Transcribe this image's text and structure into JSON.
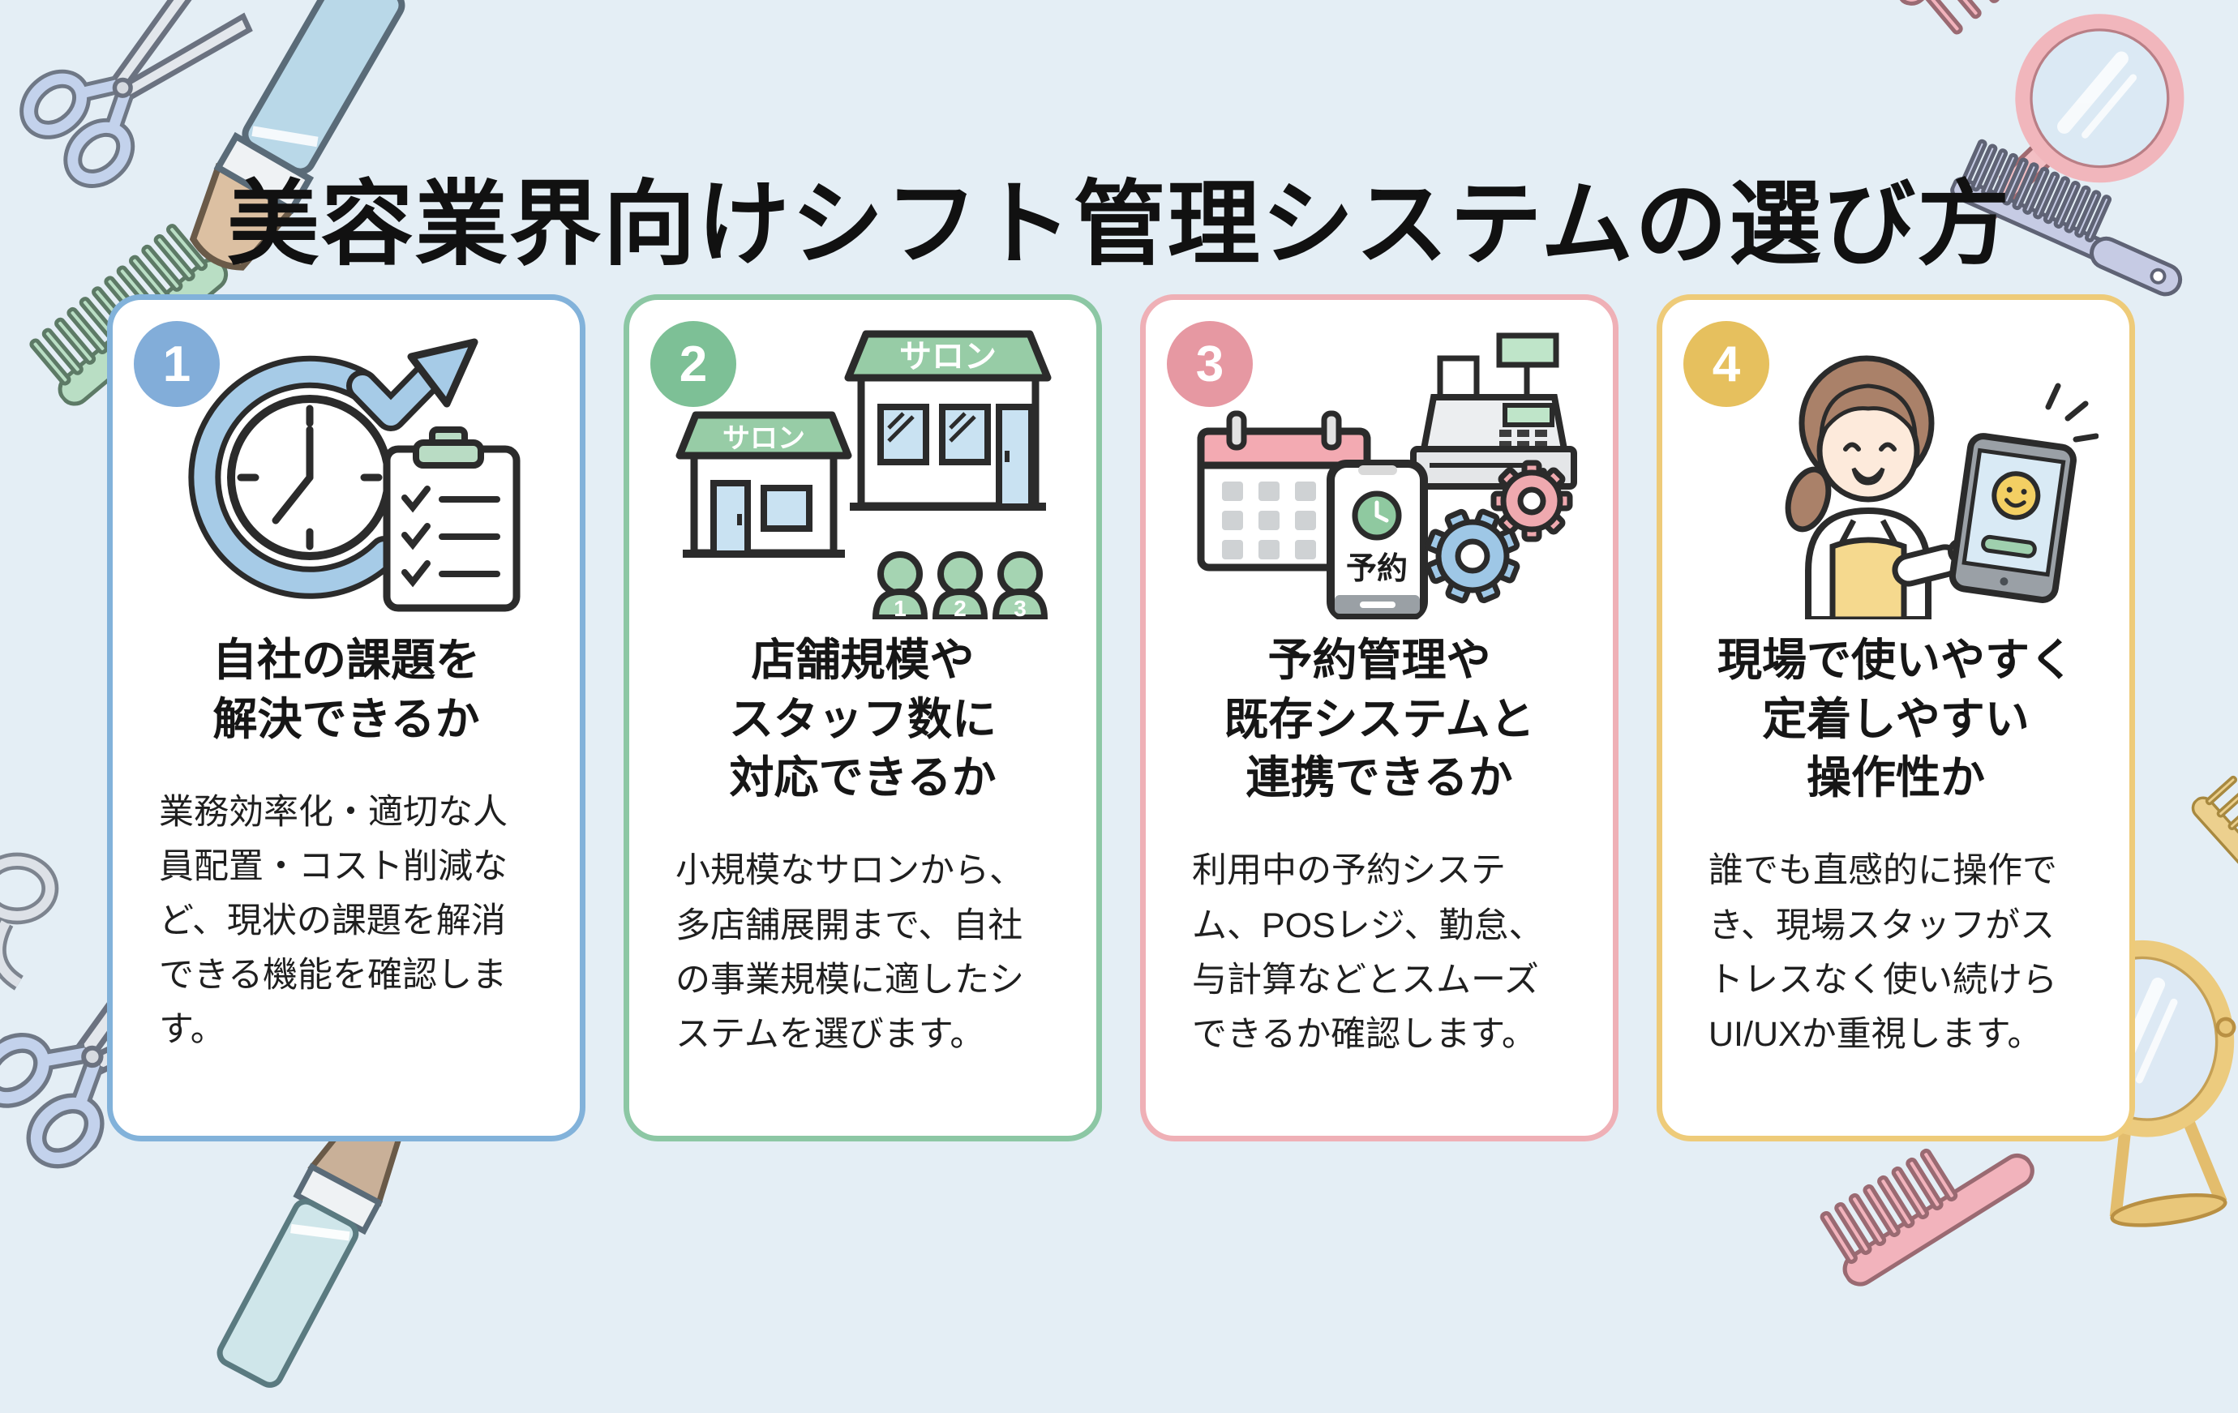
{
  "page": {
    "title": "美容業界向けシフト管理システムの選び方",
    "background_color": "#e4eef5",
    "card_background": "#ffffff"
  },
  "cards": [
    {
      "number": "1",
      "accent_color": "#82add9",
      "border_color": "#82b2da",
      "icon": "clock-growth-clipboard-icon",
      "heading": "自社の課題を\n解決できるか",
      "body": "業務効率化・適切な人員配置・コスト削減など、現状の課題を解消できる機能を確認します。"
    },
    {
      "number": "2",
      "accent_color": "#7dc096",
      "border_color": "#8cc7a4",
      "icon": "salon-buildings-staff-icon",
      "heading": "店舗規模や\nスタッフ数に\n対応できるか",
      "body": "小規模なサロンから、多店舗展開まで、自社の事業規模に適したシステムを選びます。",
      "salon_label": "サロン",
      "staff_numbers": [
        "1",
        "2",
        "3"
      ]
    },
    {
      "number": "3",
      "accent_color": "#e698a2",
      "border_color": "#efb0b6",
      "icon": "booking-pos-gears-icon",
      "heading": "予約管理や\n既存システムと\n連携できるか",
      "body": "利用中の予約システム、POSレジ、勤怠、与計算などとスムーズできるか確認します。",
      "phone_label": "予約"
    },
    {
      "number": "4",
      "accent_color": "#e6c05e",
      "border_color": "#eecb79",
      "icon": "staff-tablet-icon",
      "heading": "現場で使いやすく\n定着しやすい\n操作性か",
      "body": "誰でも直感的に操作でき、現場スタッフがストレスなく使い続けらUI/UXか重視します。"
    }
  ],
  "decorations": {
    "items": [
      "scissors",
      "comb",
      "makeup-brush",
      "hand-mirror",
      "standing-mirror"
    ],
    "colors": {
      "scissors_handle": "#c3d2ec",
      "comb_green": "#b9dec4",
      "comb_lavender": "#c6cbe4",
      "comb_pink": "#f2b3bc",
      "comb_gold": "#ecd08e",
      "mirror_pink": "#f1b6bc",
      "mirror_gold": "#eccb7e",
      "brush_blue": "#b9d8e8",
      "brush_teal": "#cfe6ea"
    }
  }
}
